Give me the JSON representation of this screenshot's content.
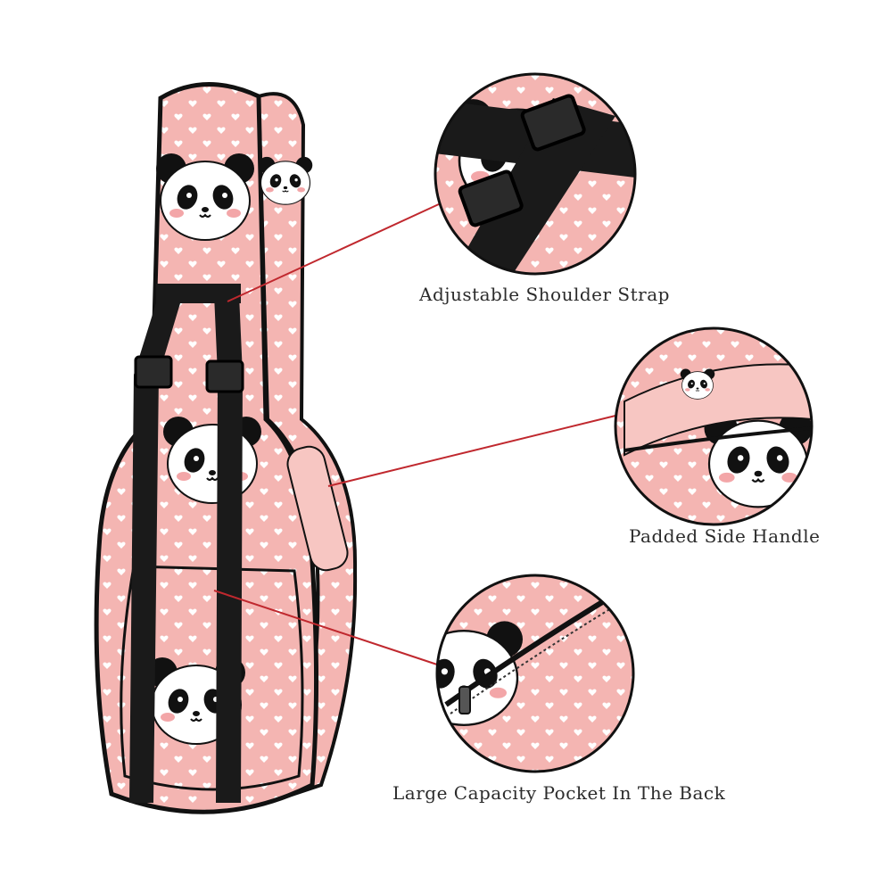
{
  "product": {
    "name": "panda-print-ukulele-gig-bag",
    "colors": {
      "pink": "#f4b5b2",
      "heart": "#ffffff",
      "panda_black": "#111111",
      "panda_white": "#ffffff",
      "blush": "#f3a6a8",
      "strap": "#1a1a1a",
      "callout_line": "#c0282e"
    }
  },
  "callouts": [
    {
      "id": "strap",
      "label": "Adjustable Shoulder Strap"
    },
    {
      "id": "handle",
      "label": "Padded Side Handle"
    },
    {
      "id": "pocket",
      "label": "Large Capacity Pocket In The Back"
    }
  ]
}
